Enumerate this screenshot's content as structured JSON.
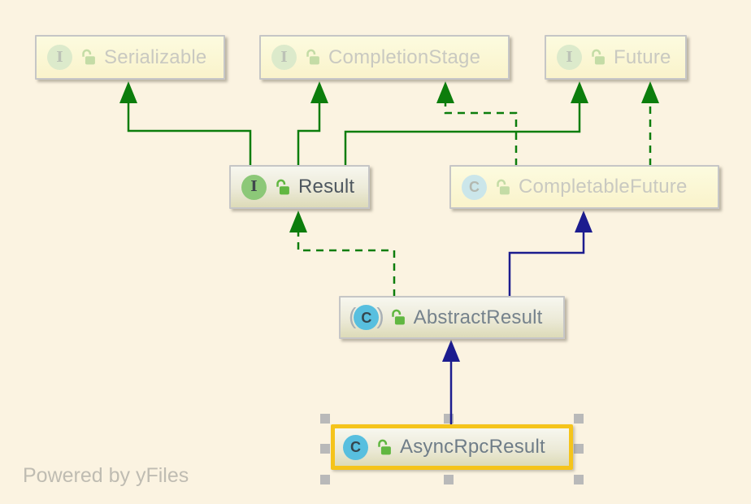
{
  "diagram": {
    "watermark": "Powered by yFiles",
    "paren_open": "(",
    "paren_close": ")",
    "nodes": [
      {
        "id": "serializable",
        "label": "Serializable",
        "stereotype": "interface",
        "icon_letter": "I",
        "external": true,
        "selected": false
      },
      {
        "id": "completion-stage",
        "label": "CompletionStage",
        "stereotype": "interface",
        "icon_letter": "I",
        "external": true,
        "selected": false
      },
      {
        "id": "future",
        "label": "Future",
        "stereotype": "interface",
        "icon_letter": "I",
        "external": true,
        "selected": false
      },
      {
        "id": "result",
        "label": "Result",
        "stereotype": "interface",
        "icon_letter": "I",
        "external": false,
        "selected": false
      },
      {
        "id": "completable-future",
        "label": "CompletableFuture",
        "stereotype": "class",
        "icon_letter": "C",
        "external": true,
        "selected": false
      },
      {
        "id": "abstract-result",
        "label": "AbstractResult",
        "stereotype": "abstract-class",
        "icon_letter": "C",
        "external": false,
        "selected": false
      },
      {
        "id": "async-rpc-result",
        "label": "AsyncRpcResult",
        "stereotype": "class",
        "icon_letter": "C",
        "external": false,
        "selected": true
      }
    ],
    "edges": [
      {
        "from": "Result",
        "to": "Serializable",
        "relation": "extends",
        "style": "solid",
        "color": "#0c7d0c"
      },
      {
        "from": "Result",
        "to": "CompletionStage",
        "relation": "extends",
        "style": "solid",
        "color": "#0c7d0c"
      },
      {
        "from": "Result",
        "to": "Future",
        "relation": "extends",
        "style": "solid",
        "color": "#0c7d0c"
      },
      {
        "from": "CompletableFuture",
        "to": "CompletionStage",
        "relation": "implements",
        "style": "dashed",
        "color": "#0c7d0c"
      },
      {
        "from": "CompletableFuture",
        "to": "Future",
        "relation": "implements",
        "style": "dashed",
        "color": "#0c7d0c"
      },
      {
        "from": "AbstractResult",
        "to": "Result",
        "relation": "implements",
        "style": "dashed",
        "color": "#0c7d0c"
      },
      {
        "from": "AbstractResult",
        "to": "CompletableFuture",
        "relation": "extends",
        "style": "solid",
        "color": "#1c1c8f"
      },
      {
        "from": "AsyncRpcResult",
        "to": "AbstractResult",
        "relation": "extends",
        "style": "solid",
        "color": "#1c1c8f"
      }
    ],
    "colors": {
      "background": "#fbf3e1",
      "interface_edge_green": "#0c7d0c",
      "class_edge_navy": "#1c1c8f",
      "selection_border_orange": "#f5c41b",
      "selection_handle_gray": "#b9b9b9"
    }
  }
}
